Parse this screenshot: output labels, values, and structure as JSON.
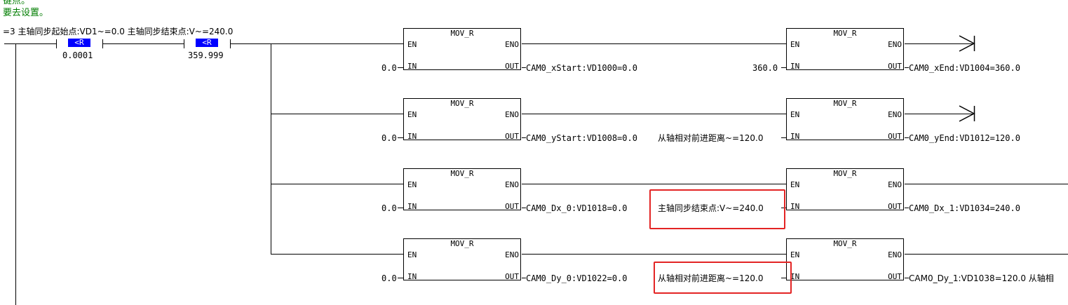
{
  "comments": {
    "line1": "键点。",
    "line2": "要去设置。"
  },
  "network_header": "=3 主轴同步起始点:VD1~=0.0 主轴同步结束点:V~=240.0",
  "contacts": [
    {
      "symbol": "<R",
      "value": "0.0001"
    },
    {
      "symbol": "<R",
      "value": "359.999"
    }
  ],
  "blocks": [
    {
      "name": "MOV_R",
      "en": "EN",
      "eno": "ENO",
      "in_label": "IN",
      "out_label": "OUT",
      "in_value": "0.0",
      "out_value": "CAM0_xStart:VD1000=0.0"
    },
    {
      "name": "MOV_R",
      "en": "EN",
      "eno": "ENO",
      "in_label": "IN",
      "out_label": "OUT",
      "in_value": "360.0",
      "out_value": "CAM0_xEnd:VD1004=360.0"
    },
    {
      "name": "MOV_R",
      "en": "EN",
      "eno": "ENO",
      "in_label": "IN",
      "out_label": "OUT",
      "in_value": "0.0",
      "out_value": "CAM0_yStart:VD1008=0.0"
    },
    {
      "name": "MOV_R",
      "en": "EN",
      "eno": "ENO",
      "in_label": "IN",
      "out_label": "OUT",
      "in_value": "从轴相对前进距离~=120.0",
      "out_value": "CAM0_yEnd:VD1012=120.0"
    },
    {
      "name": "MOV_R",
      "en": "EN",
      "eno": "ENO",
      "in_label": "IN",
      "out_label": "OUT",
      "in_value": "0.0",
      "out_value": "CAM0_Dx_0:VD1018=0.0"
    },
    {
      "name": "MOV_R",
      "en": "EN",
      "eno": "ENO",
      "in_label": "IN",
      "out_label": "OUT",
      "in_value": "主轴同步结束点:V~=240.0",
      "out_value": "CAM0_Dx_1:VD1034=240.0"
    },
    {
      "name": "MOV_R",
      "en": "EN",
      "eno": "ENO",
      "in_label": "IN",
      "out_label": "OUT",
      "in_value": "0.0",
      "out_value": "CAM0_Dy_0:VD1022=0.0"
    },
    {
      "name": "MOV_R",
      "en": "EN",
      "eno": "ENO",
      "in_label": "IN",
      "out_label": "OUT",
      "in_value": "从轴相对前进距离~=120.0",
      "out_value": "CAM0_Dy_1:VD1038=120.0 从轴相"
    }
  ],
  "colors": {
    "comment": "#007d00",
    "contact_fill": "#0000ff",
    "highlight": "#e32424",
    "wire": "#000000"
  }
}
